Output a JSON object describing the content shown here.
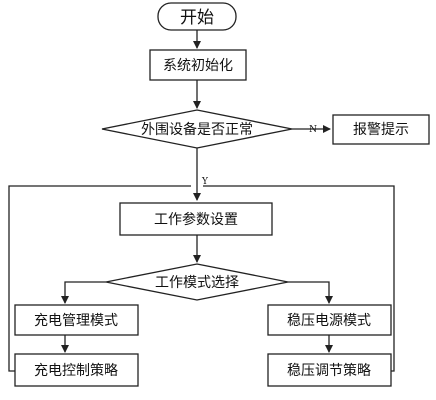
{
  "nodes": {
    "start": "开始",
    "init": "系统初始化",
    "check": "外围设备是否正常",
    "alarm": "报警提示",
    "params": "工作参数设置",
    "mode_select": "工作模式选择",
    "charge_mode": "充电管理模式",
    "charge_ctrl": "充电控制策略",
    "stab_mode": "稳压电源模式",
    "stab_ctrl": "稳压调节策略"
  },
  "edge_labels": {
    "no": "N",
    "yes": "Y"
  }
}
